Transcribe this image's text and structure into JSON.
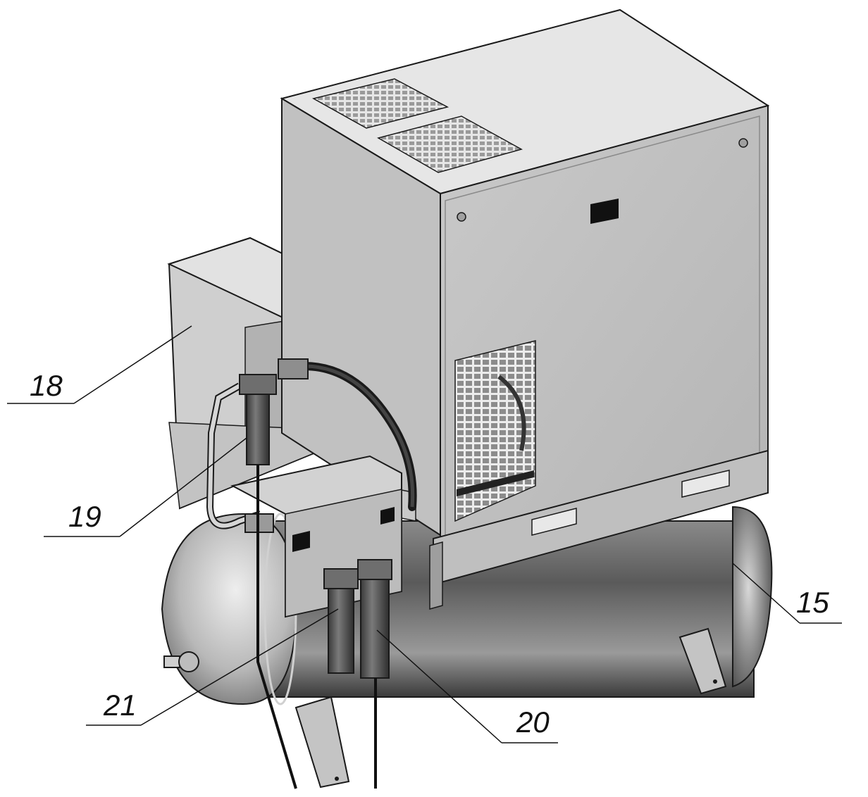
{
  "callouts": [
    {
      "id": "c18",
      "label": "18"
    },
    {
      "id": "c19",
      "label": "19"
    },
    {
      "id": "c21",
      "label": "21"
    },
    {
      "id": "c20",
      "label": "20"
    },
    {
      "id": "c15",
      "label": "15"
    }
  ],
  "colors": {
    "housing_light": "#d7d7d7",
    "housing_mid": "#bdbdbd",
    "tank_dark": "#555555",
    "outline": "#1a1a1a"
  }
}
